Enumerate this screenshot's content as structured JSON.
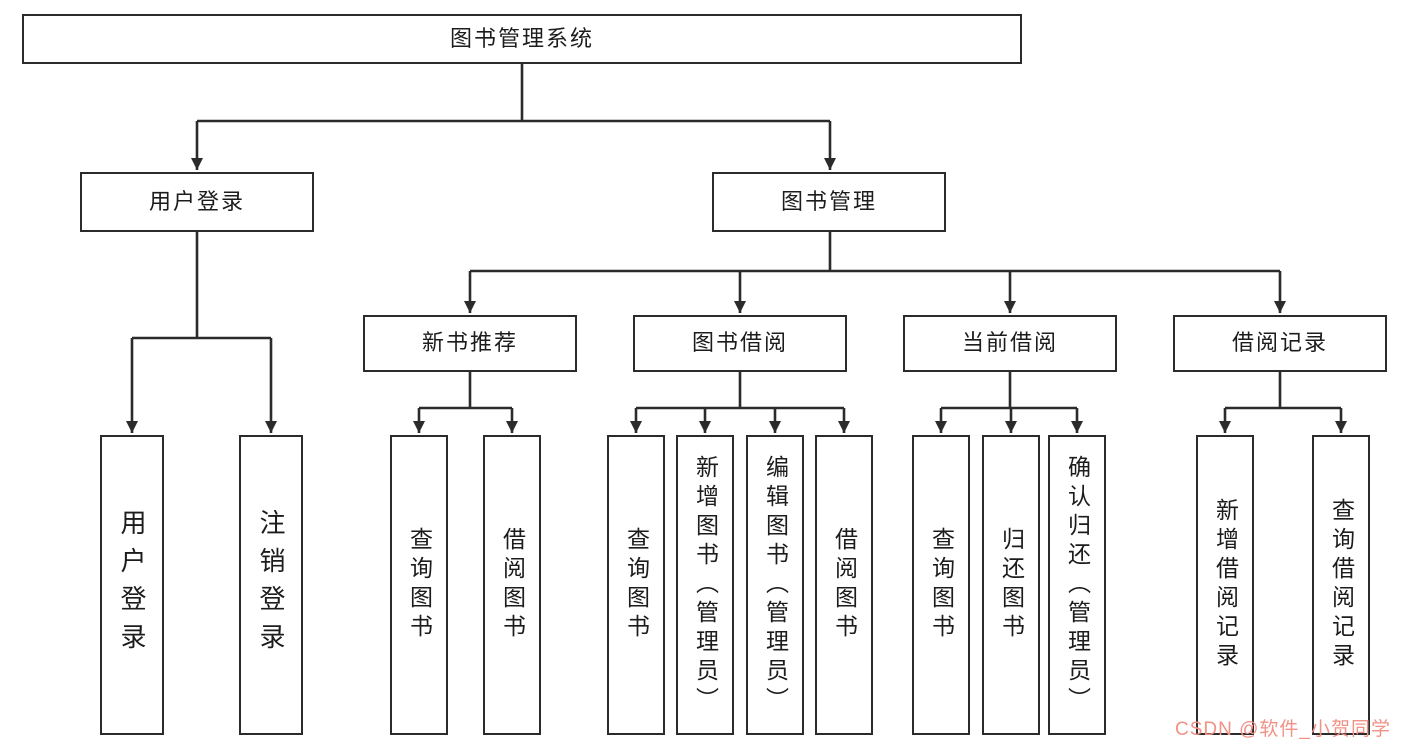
{
  "tree": {
    "label": "图书管理系统",
    "children": [
      {
        "label": "用户登录",
        "children": [
          {
            "label": "用户登录"
          },
          {
            "label": "注销登录"
          }
        ]
      },
      {
        "label": "图书管理",
        "children": [
          {
            "label": "新书推荐",
            "children": [
              {
                "label": "查询图书"
              },
              {
                "label": "借阅图书"
              }
            ]
          },
          {
            "label": "图书借阅",
            "children": [
              {
                "label": "查询图书"
              },
              {
                "label": "新增图书（管理员）"
              },
              {
                "label": "编辑图书（管理员）"
              },
              {
                "label": "借阅图书"
              }
            ]
          },
          {
            "label": "当前借阅",
            "children": [
              {
                "label": "查询图书"
              },
              {
                "label": "归还图书"
              },
              {
                "label": "确认归还（管理员）"
              }
            ]
          },
          {
            "label": "借阅记录",
            "children": [
              {
                "label": "新增借阅记录"
              },
              {
                "label": "查询借阅记录"
              }
            ]
          }
        ]
      }
    ]
  },
  "watermark": {
    "text": "CSDN @软件_小贺同学"
  },
  "colors": {
    "line": "#2b2b2b",
    "watermark": "#f29186"
  }
}
